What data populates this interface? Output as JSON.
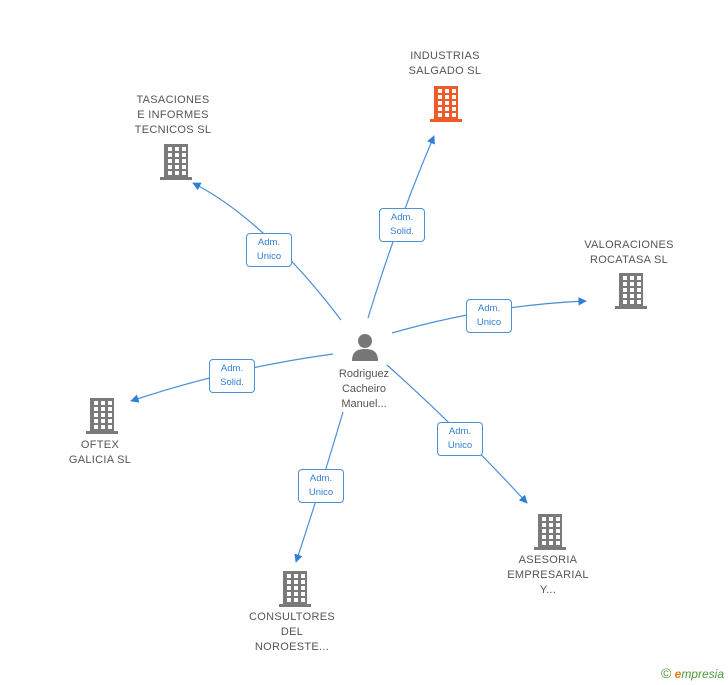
{
  "colors": {
    "edge": "#4a90d9",
    "building_gray": "#7a7a7a",
    "building_highlight": "#f05a28",
    "person": "#777777"
  },
  "person": {
    "label": "Rodriguez\nCacheiro\nManuel...",
    "icon": "person-icon"
  },
  "companies": [
    {
      "id": "industrias",
      "label": "INDUSTRIAS\nSALGADO SL",
      "highlight": true,
      "icon": "building-icon"
    },
    {
      "id": "tasaciones",
      "label": "TASACIONES\nE INFORMES\nTECNICOS SL",
      "highlight": false,
      "icon": "building-icon"
    },
    {
      "id": "valoraciones",
      "label": "VALORACIONES\nROCATASA SL",
      "highlight": false,
      "icon": "building-icon"
    },
    {
      "id": "oftex",
      "label": "OFTEX\nGALICIA  SL",
      "highlight": false,
      "icon": "building-icon"
    },
    {
      "id": "asesoria",
      "label": "ASESORIA\nEMPRESARIAL\nY...",
      "highlight": false,
      "icon": "building-icon"
    },
    {
      "id": "consultores",
      "label": "CONSULTORES\nDEL\nNOROESTE...",
      "highlight": false,
      "icon": "building-icon"
    }
  ],
  "edges": [
    {
      "to": "industrias",
      "label": "Adm.\nSolid."
    },
    {
      "to": "tasaciones",
      "label": "Adm.\nUnico"
    },
    {
      "to": "valoraciones",
      "label": "Adm.\nUnico"
    },
    {
      "to": "oftex",
      "label": "Adm.\nSolid."
    },
    {
      "to": "asesoria",
      "label": "Adm.\nUnico"
    },
    {
      "to": "consultores",
      "label": "Adm.\nUnico"
    }
  ],
  "footer": {
    "copyright": "©",
    "brand_initial": "e",
    "brand_rest": "mpresia"
  }
}
